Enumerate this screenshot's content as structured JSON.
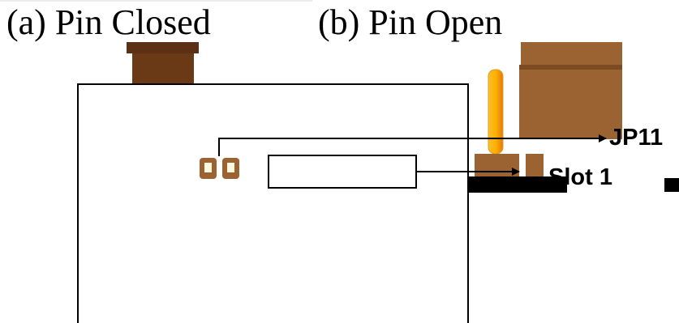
{
  "captions": {
    "closed": "(a) Pin Closed",
    "open": "(b) Pin Open"
  },
  "labels": {
    "jumper": "JP11",
    "slot": "Slot 1"
  },
  "colors": {
    "connector_brown": "#9b6232",
    "connector_dark": "#6b3a18",
    "pin_gold": "#f0a820",
    "outline": "#000000"
  }
}
